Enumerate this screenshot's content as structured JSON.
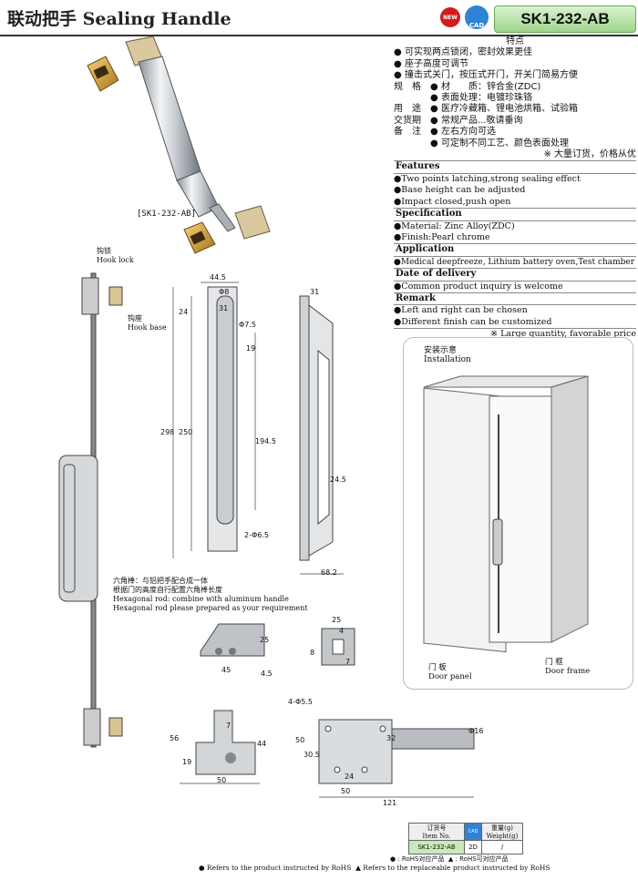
{
  "header": {
    "title_cn": "联动把手",
    "title_en": "Sealing Handle",
    "badge_new": "NEW",
    "badge_cad": "CAD",
    "model": "SK1-232-AB"
  },
  "specs": {
    "heading_cn": "特点",
    "features_cn": [
      "可实现两点锁闭，密封效果更佳",
      "座子高度可调节",
      "撞击式关门，按压式开门，开关门简易方便"
    ],
    "spec_label_cn": "规　格",
    "material_cn": "材　　质：锌合金(ZDC)",
    "finish_cn": "表面处理：电镀珍珠铬",
    "use_label_cn": "用　途",
    "use_cn": "医疗冷藏箱、锂电池烘箱、试验箱",
    "delivery_label_cn": "交货期",
    "delivery_cn": "常规产品...敬请垂询",
    "remark_label_cn": "备　注",
    "remark_cn": [
      "左右方向可选",
      "可定制不同工艺、颜色表面处理"
    ],
    "bulk_cn": "※ 大量订货，价格从优",
    "features_title": "Features",
    "features_en": [
      "Two points latching,strong sealing effect",
      "Base height can be adjusted",
      "Impact closed,push open"
    ],
    "specification_title": "Specification",
    "specification_en": [
      "Material: Zinc Alloy(ZDC)",
      "Finish:Pearl chrome"
    ],
    "application_title": "Application",
    "application_en": "Medical deepfreeze, Lithium battery oven,Test chamber",
    "delivery_title": "Date of delivery",
    "delivery_en": "Common product inquiry is welcome",
    "remark_title": "Remark",
    "remark_en": [
      "Left and right can be chosen",
      "Different finish can be customized"
    ],
    "bulk_en": "※ Large quantity, favorable price"
  },
  "photo_caption": "[SK1-232-AB]",
  "drawing_labels": {
    "hook_lock_cn": "钩锁",
    "hook_lock_en": "Hook lock",
    "hook_base_cn": "钩座",
    "hook_base_en": "Hook base",
    "rod_cn_1": "六角棒：与铝把手配合成一体",
    "rod_cn_2": "根据门的高度自行配置六角棒长度",
    "rod_en_1": "Hexagonal rod: combine with aluminum handle",
    "rod_en_2": "Hexagonal rod please  prepared as your requirement"
  },
  "dimensions": {
    "front": [
      "44.5",
      "Φ8",
      "31",
      "24",
      "Φ7.5",
      "19",
      "298",
      "250",
      "194.5",
      "2-Φ6.5"
    ],
    "side": [
      "31",
      "24.5",
      "68.2"
    ],
    "base1": [
      "25",
      "45",
      "4.5"
    ],
    "base2": [
      "25",
      "4",
      "8",
      "7"
    ],
    "hook": [
      "56",
      "7",
      "44",
      "19",
      "50"
    ],
    "plate": [
      "4-Φ5.5",
      "50",
      "30.5",
      "32",
      "Φ16",
      "24",
      "50",
      "121"
    ]
  },
  "installation": {
    "title_cn": "安装示意",
    "title_en": "Installation",
    "door_panel_cn": "门 板",
    "door_panel_en": "Door panel",
    "door_frame_cn": "门 框",
    "door_frame_en": "Door frame"
  },
  "order_table": {
    "h1_cn": "订货号",
    "h1_en": "Item No.",
    "h2": "CAD",
    "h3_cn": "重量(g)",
    "h3_en": "Weight(g)",
    "item": "SK1-232-AB",
    "cad": "2D",
    "weight": "/"
  },
  "rohs": {
    "cn_1": "● : RoHS对应产品",
    "cn_2": "▲ : RoHS可对应产品",
    "en_1": "● Refers to the product instructed by RoHS",
    "en_2": "▲ Refers to the replaceable product instructed by RoHS"
  },
  "colors": {
    "accent_green": "#9fd58d",
    "new_red": "#d01c1c",
    "cad_blue": "#2f82d6"
  }
}
